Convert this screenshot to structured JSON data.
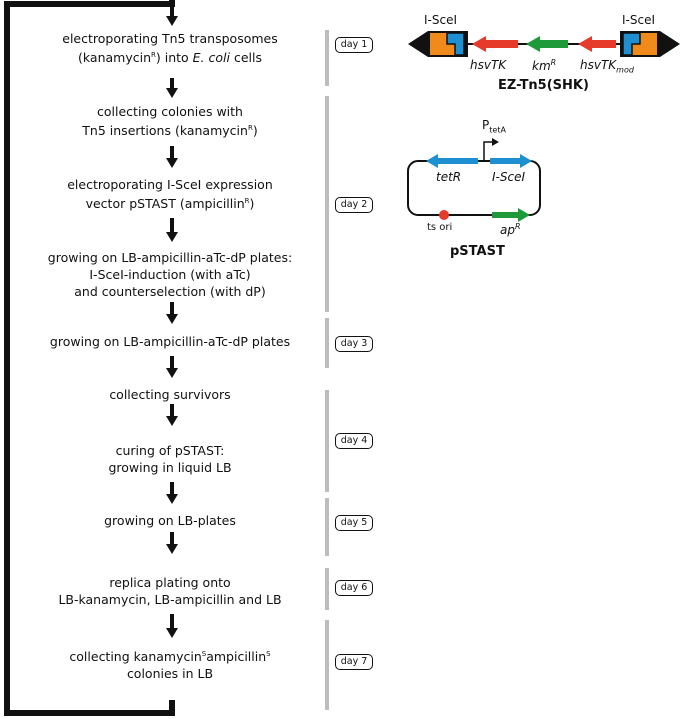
{
  "steps": [
    {
      "l1": "electroporating Tn5 transposomes",
      "l2a": "(kanamycin",
      "sup2": "R",
      "l2b": ") into ",
      "l2c": "E. coli",
      "l2d": " cells"
    },
    {
      "l1": "collecting colonies with",
      "l2a": "Tn5 insertions (kanamycin",
      "sup2": "R",
      "l2b": ")"
    },
    {
      "l1": "electroporating I-SceI expression",
      "l2a": "vector pSTAST (ampicillin",
      "sup2": "R",
      "l2b": ")"
    },
    {
      "l1": "growing on LB-ampicillin-aTc-dP plates:",
      "l2": "I-SceI-induction (with aTc)",
      "l3": "and counterselection (with dP)"
    },
    {
      "l1": "growing on LB-ampicillin-aTc-dP plates"
    },
    {
      "l1": "collecting survivors"
    },
    {
      "l1": "curing of pSTAST:",
      "l2": "growing in liquid LB"
    },
    {
      "l1": "growing on LB-plates"
    },
    {
      "l1": "replica plating onto",
      "l2": "LB-kanamycin, LB-ampicillin and LB"
    },
    {
      "l1a": "collecting kanamycin",
      "sup1a": "S",
      "l1b": "ampicillin",
      "sup1b": "S",
      "l2": "colonies in LB"
    }
  ],
  "days": [
    "day 1",
    "day 2",
    "day 3",
    "day 4",
    "day 5",
    "day 6",
    "day 7"
  ],
  "tn5": {
    "site_left": "I-SceI",
    "site_right": "I-SceI",
    "gene1": "hsvTK",
    "gene2": "km",
    "gene2_sup": "R",
    "gene3": "hsvTK",
    "gene3_sub": "mod",
    "name": "EZ-Tn5(SHK)"
  },
  "plasmid": {
    "promoter": "P",
    "promoter_sub": "tetA",
    "gene_tetR": "tetR",
    "gene_scei": "I-SceI",
    "origin": "ts ori",
    "gene_ap": "ap",
    "gene_ap_sup": "R",
    "name": "pSTAST"
  },
  "colors": {
    "red": "#e63a2a",
    "green": "#1f9a3b",
    "blue": "#1e8fd1",
    "orange": "#f08a1a",
    "gray": "#bdbdbd",
    "black": "#111111"
  }
}
